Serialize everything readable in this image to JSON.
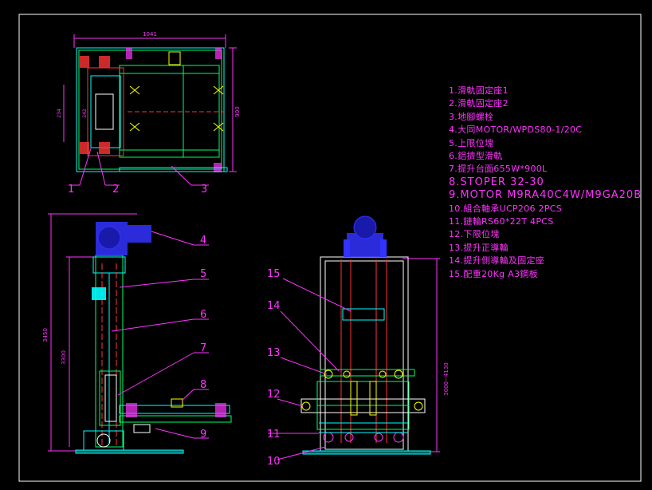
{
  "colors": {
    "background": "#000000",
    "frame": "#ffffff",
    "leader": "#ff33ff",
    "structure": "#00ffff",
    "member": "#00ff66",
    "rail": "#ff3333",
    "motor": "#3333ff",
    "component": "#ffff00",
    "accent": "#00ffff"
  },
  "dimensions": {
    "top_width": "1041",
    "top_height": "900",
    "top_inner": "234",
    "top_inner2": "242",
    "side_overall": "3450",
    "side_travel": "3300",
    "front_range": "3000~4130"
  },
  "callouts": [
    "1",
    "2",
    "3",
    "4",
    "5",
    "6",
    "7",
    "8",
    "9",
    "10",
    "11",
    "12",
    "13",
    "14",
    "15"
  ],
  "parts": [
    "1.滑軌固定座1",
    "2.滑軌固定座2",
    "3.地腳螺栓",
    "4.大同MOTOR/WPDS80-1/20C",
    "5.上限位塊",
    "6.鋁擠型滑軌",
    "7.提升台面655W*900L",
    "8.STOPER   32-30",
    "9.MOTOR    M9RA40C4W/M9GA20B",
    "10.組合軸承UCP206  2PCS",
    "11.鏈輪RS60*22T  4PCS",
    "12.下限位塊",
    "13.提升正導輪",
    "14.提升側導輪及固定座",
    "15.配重20Kg   A3鋼板"
  ]
}
